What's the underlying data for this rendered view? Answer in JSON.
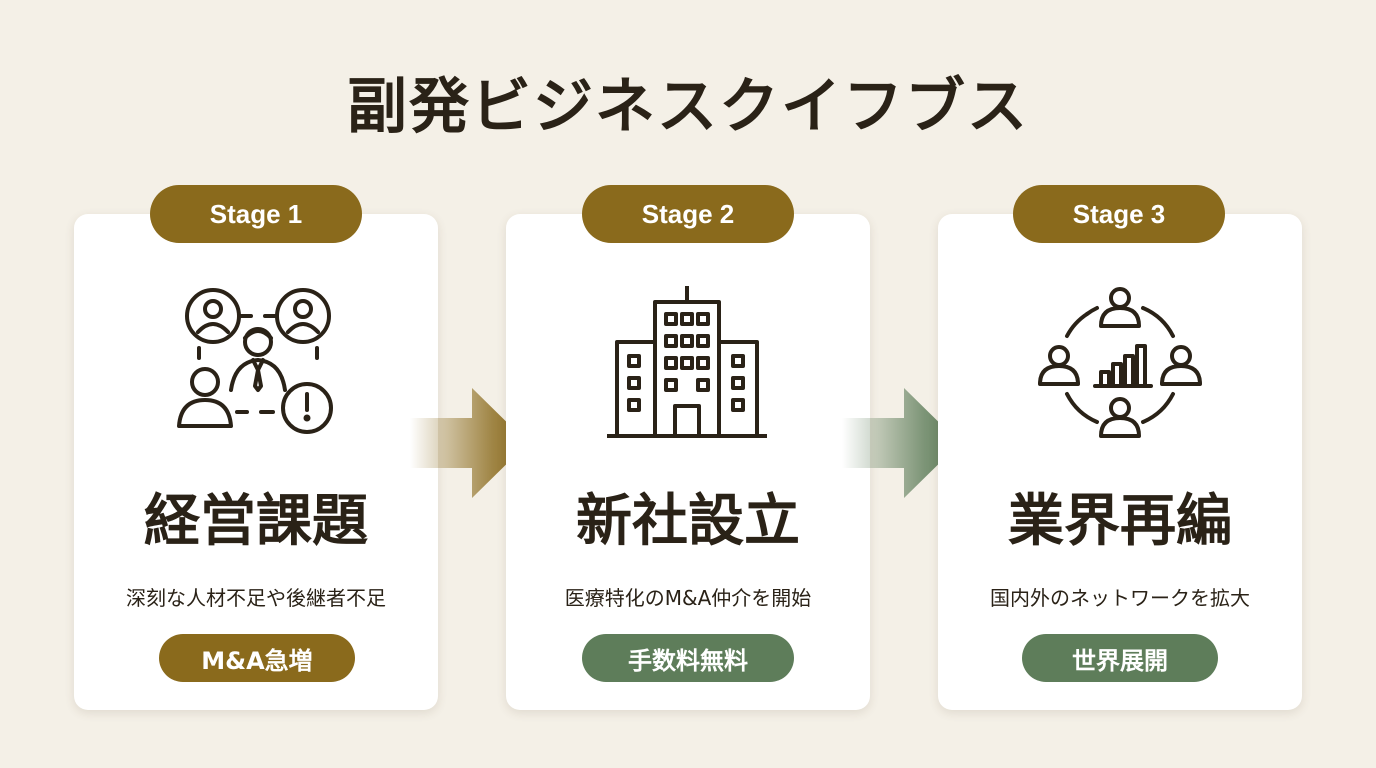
{
  "title": "副発ビジネスクイフブス",
  "stages": [
    {
      "badge": "Stage 1",
      "heading": "経営課題",
      "description": "深刻な人材不足や後継者不足",
      "tag": "M&A急増",
      "icon": "people-issue-icon",
      "tag_color": "#8a6a1c"
    },
    {
      "badge": "Stage 2",
      "heading": "新社設立",
      "description": "医療特化のM&A仲介を開始",
      "tag": "手数料無料",
      "icon": "building-icon",
      "tag_color": "#5e7d5a"
    },
    {
      "badge": "Stage 3",
      "heading": "業界再編",
      "description": "国内外のネットワークを拡大",
      "tag": "世界展開",
      "icon": "network-chart-icon",
      "tag_color": "#5e7d5a"
    }
  ],
  "colors": {
    "background": "#f4f0e7",
    "gold": "#8a6a1c",
    "green": "#5e7d5a",
    "text": "#2a2217"
  }
}
